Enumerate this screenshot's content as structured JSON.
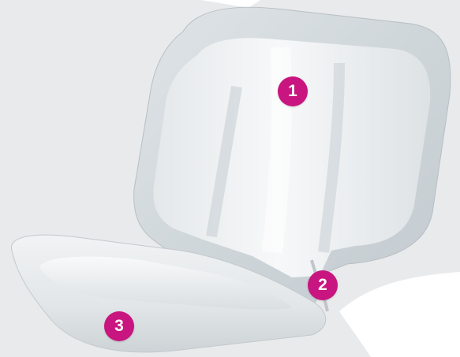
{
  "markers": [
    {
      "number": "1"
    },
    {
      "number": "2"
    },
    {
      "number": "3"
    }
  ],
  "colors": {
    "background": "#e9eaeb",
    "white_band": "#ffffff",
    "marker": "#c8157f",
    "marker_text": "#ffffff",
    "pad_edge": "#c9cfd3",
    "pad_core": "#f3f5f6"
  }
}
